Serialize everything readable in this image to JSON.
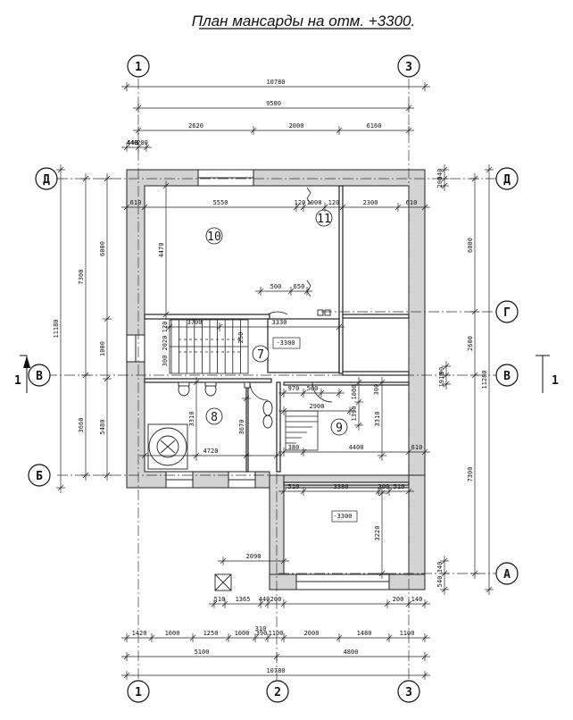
{
  "title": "План мансарды на отм. +3300.",
  "axes": {
    "vertical": [
      "1",
      "2",
      "3"
    ],
    "horizontal": [
      "Д",
      "Г",
      "В",
      "Б",
      "А"
    ]
  },
  "section_mark": "1",
  "rooms": [
    "10",
    "11",
    "7",
    "8",
    "9"
  ],
  "dims_top": {
    "overall": "10780",
    "axes": "9500",
    "chain": [
      "2620",
      "2000",
      "6160"
    ],
    "small": [
      "440",
      "200"
    ]
  },
  "dims_bottom": {
    "chain": [
      "1420",
      "1000",
      "1250",
      "1000",
      "390",
      "1100",
      "2000",
      "1480",
      "1100"
    ],
    "middle": [
      "5100",
      "4800"
    ],
    "overall": "10780"
  },
  "dims_left": {
    "outer": "11180",
    "mid": [
      "7300",
      "3660"
    ],
    "inner": [
      "6000",
      "1000",
      "5480"
    ]
  },
  "dims_right": {
    "outer": "11280",
    "mid": [
      "6000",
      "2600",
      "7300"
    ],
    "small": [
      "540",
      "200",
      "90",
      "1910",
      "110",
      "540",
      "340"
    ]
  },
  "internal_dims": {
    "room10": [
      "610",
      "5550",
      "120",
      "1000",
      "120",
      "2300",
      "610",
      "4470",
      "500",
      "650"
    ],
    "stair_top": [
      "3700",
      "3330",
      "-3300"
    ],
    "stair_left": [
      "120",
      "2020",
      "300",
      "250"
    ],
    "room8": [
      "3310",
      "4720",
      "3670"
    ],
    "room9": [
      "970",
      "500",
      "2900",
      "1000",
      "300",
      "1390",
      "3310",
      "380",
      "4400",
      "610"
    ],
    "room_lower": [
      "510",
      "3380",
      "300",
      "510",
      "-3300",
      "3220"
    ],
    "extension": [
      "2090",
      "510",
      "1365",
      "440",
      "200",
      "200",
      "140",
      "110",
      "310",
      "540"
    ]
  }
}
